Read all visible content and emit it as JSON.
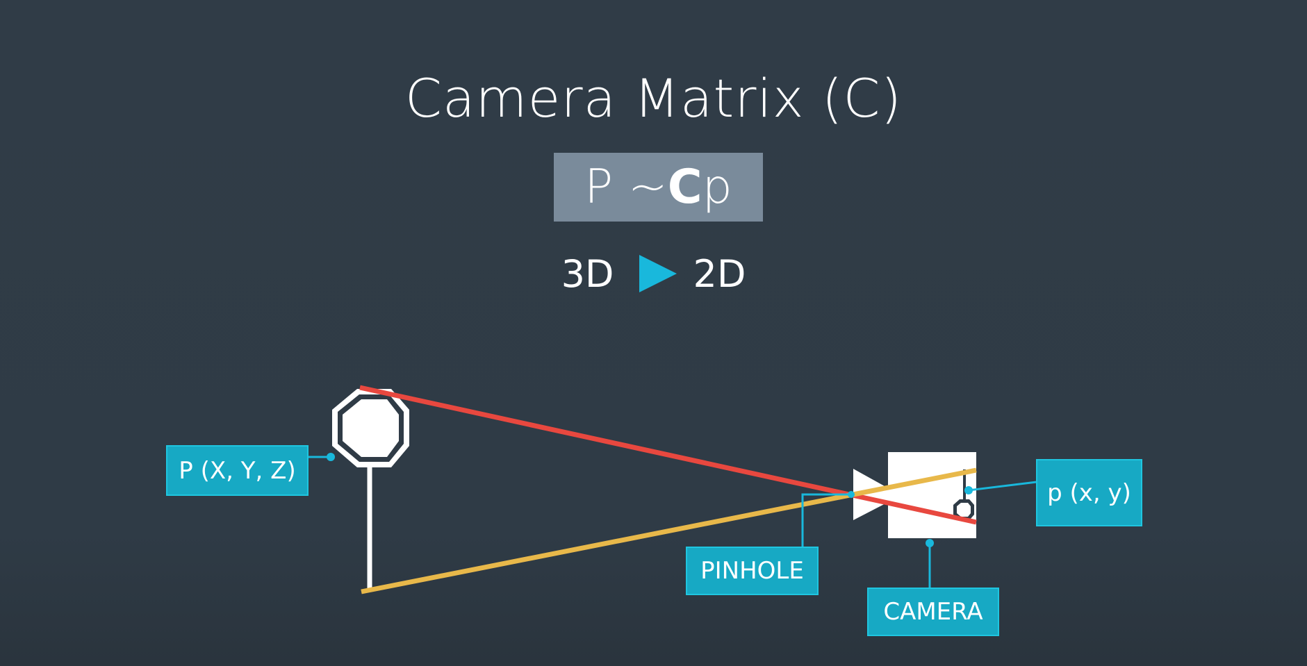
{
  "title": "Camera Matrix (C)",
  "formula": {
    "lhs": "P ~ ",
    "bold": "C",
    "rhs": "p"
  },
  "dimension": {
    "from": "3D",
    "to": "2D"
  },
  "labels": {
    "world_point": "P (X, Y, Z)",
    "image_point": "p (x, y)",
    "pinhole": "PINHOLE",
    "camera": "CAMERA"
  },
  "colors": {
    "background": "#2f3b46",
    "formula_box": "#7a8b9b",
    "accent": "#19b8dc",
    "label_fill": "#17a9c4",
    "top_ray": "#e8483f",
    "bottom_ray": "#e8b84a",
    "object": "#ffffff"
  }
}
